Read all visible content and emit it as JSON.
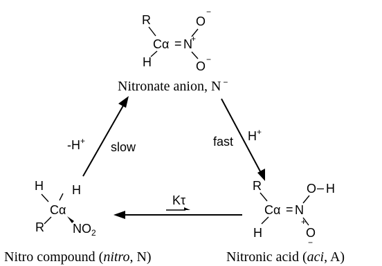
{
  "nitronate": {
    "r": "R",
    "h": "H",
    "ca": "Cα",
    "eq": "=",
    "n": "N",
    "plus": "+",
    "o_top": "O",
    "o_bottom": "O",
    "minus_top": "−",
    "minus_bottom": "−",
    "caption": "Nitronate anion, N",
    "caption_charge": "−"
  },
  "nitro": {
    "h1": "H",
    "h2": "H",
    "ca": "Cα",
    "r": "R",
    "no2": "NO",
    "no2_sub": "2",
    "caption_pre": "Nitro compound (",
    "caption_em": "nitro",
    "caption_post": ", N)"
  },
  "aci": {
    "r": "R",
    "h": "H",
    "ca": "Cα",
    "eq": "=",
    "n": "N",
    "plus": "+",
    "o_top": "O",
    "oh_dash": "–",
    "oh_h": "H",
    "o_bottom": "O",
    "minus_bottom": "−",
    "caption_pre": "Nitronic acid (",
    "caption_em": "aci",
    "caption_post": ", A)"
  },
  "arrows": {
    "left_label_h": "-H",
    "left_label_plus": "+",
    "left_label_speed": "slow",
    "right_label_speed": "fast",
    "right_label_h": "H",
    "right_label_plus": "+",
    "equilibrium_label": "Kτ"
  }
}
